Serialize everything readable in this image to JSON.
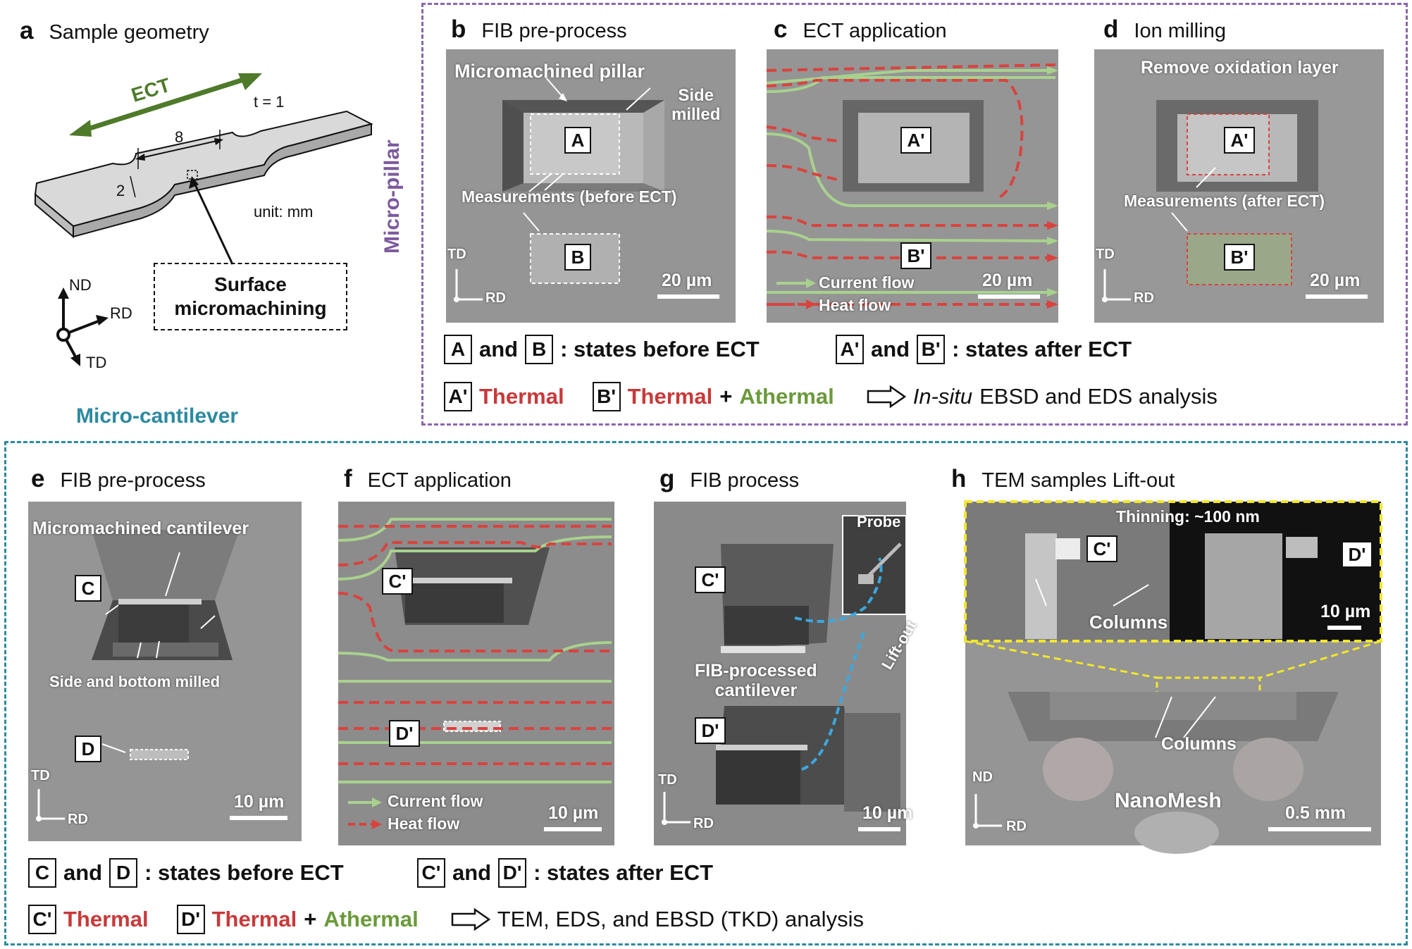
{
  "panels": {
    "a": {
      "letter": "a",
      "title": "Sample geometry",
      "ect": "ECT",
      "t": "t = 1",
      "len": "8",
      "width": "2",
      "unit": "unit: mm",
      "surface1": "Surface",
      "surface2": "micromachining",
      "nd": "ND",
      "rd": "RD",
      "td": "TD"
    },
    "b": {
      "letter": "b",
      "title": "FIB pre-process",
      "micromachined": "Micromachined pillar",
      "side1": "Side",
      "side2": "milled",
      "measurements": "Measurements (before ECT)",
      "boxA": "A",
      "boxB": "B",
      "td": "TD",
      "rd": "RD",
      "scale": "20 µm"
    },
    "c": {
      "letter": "c",
      "title": "ECT application",
      "boxA": "A'",
      "boxB": "B'",
      "current": "Current flow",
      "heat": "Heat flow",
      "scale": "20 µm"
    },
    "d": {
      "letter": "d",
      "title": "Ion milling",
      "remove": "Remove oxidation layer",
      "measurements": "Measurements (after ECT)",
      "boxA": "A'",
      "boxB": "B'",
      "td": "TD",
      "rd": "RD",
      "scale": "20 µm"
    },
    "e": {
      "letter": "e",
      "title": "FIB pre-process",
      "micromachined": "Micromachined cantilever",
      "side": "Side and bottom milled",
      "boxC": "C",
      "boxD": "D",
      "td": "TD",
      "rd": "RD",
      "scale": "10 µm"
    },
    "f": {
      "letter": "f",
      "title": "ECT application",
      "boxC": "C'",
      "boxD": "D'",
      "current": "Current flow",
      "heat": "Heat flow",
      "scale": "10 µm"
    },
    "g": {
      "letter": "g",
      "title": "FIB process",
      "probe": "Probe",
      "boxC": "C'",
      "boxD": "D'",
      "fib1": "FIB-processed",
      "fib2": "cantilever",
      "liftout": "Lift-out",
      "td": "TD",
      "rd": "RD",
      "scale": "10 µm"
    },
    "h": {
      "letter": "h",
      "title": "TEM samples Lift-out",
      "thinning": "Thinning: ~100 nm",
      "boxC": "C'",
      "boxD": "D'",
      "columns": "Columns",
      "scale_inset": "10 µm",
      "columns2": "Columns",
      "nanomesh": "NanoMesh",
      "nd": "ND",
      "rd": "RD",
      "scale": "0.5 mm"
    }
  },
  "side_labels": {
    "pillar": "Micro-pillar",
    "cantilever": "Micro-cantilever"
  },
  "legend_top": {
    "row1": {
      "b1": "A",
      "and1": "and",
      "b2": "B",
      "t1": ": states before ECT",
      "b3": "A'",
      "and2": "and",
      "b4": "B'",
      "t2": ": states after ECT"
    },
    "row2": {
      "b1": "A'",
      "thermal1": "Thermal",
      "b2": "B'",
      "thermal2": "Thermal",
      "plus": "+",
      "athermal": "Athermal",
      "insitu": "In-situ",
      "analysis": "EBSD and EDS analysis"
    }
  },
  "legend_bottom": {
    "row1": {
      "b1": "C",
      "and1": "and",
      "b2": "D",
      "t1": ": states before ECT",
      "b3": "C'",
      "and2": "and",
      "b4": "D'",
      "t2": ": states after ECT"
    },
    "row2": {
      "b1": "C'",
      "thermal1": "Thermal",
      "b2": "D'",
      "thermal2": "Thermal",
      "plus": "+",
      "athermal": "Athermal",
      "analysis": "TEM, EDS, and EBSD (TKD) analysis"
    }
  },
  "colors": {
    "current": "#a9d18e",
    "heat": "#d9433e",
    "purple": "#8a66ad",
    "teal": "#2c8aa0",
    "ect_green": "#4e7a2a",
    "yellow": "#ffeb3b"
  }
}
